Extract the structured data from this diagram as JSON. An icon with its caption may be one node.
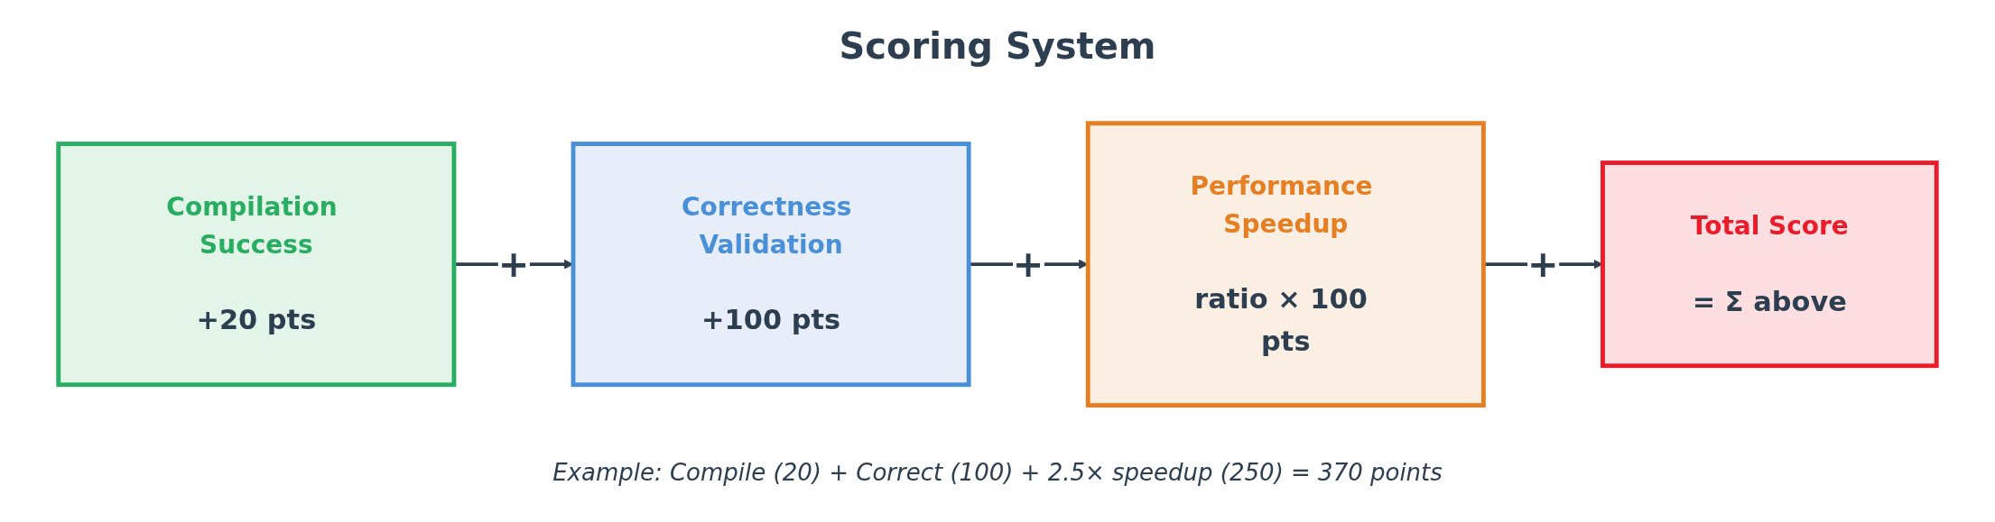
{
  "diagram": {
    "title": "Scoring System",
    "caption": "Example: Compile (20) + Correct (100) + 2.5× speedup (250) = 370 points",
    "nodes": [
      {
        "text": [
          "Compilation Success",
          "+20 pts"
        ]
      },
      {
        "text": [
          "Correctness Validation",
          "+100 pts"
        ]
      },
      {
        "text": [
          "Performance Speedup",
          "ratio × 100 pts"
        ]
      },
      {
        "text": [
          "Total Score",
          "= Σ above"
        ]
      }
    ],
    "edges": [
      {
        "from": 0,
        "to": 1,
        "arrow": "to",
        "label": "+"
      },
      {
        "from": 1,
        "to": 2,
        "arrow": "to",
        "label": "+"
      },
      {
        "from": 2,
        "to": 3,
        "arrow": "to",
        "label": "+"
      }
    ]
  }
}
